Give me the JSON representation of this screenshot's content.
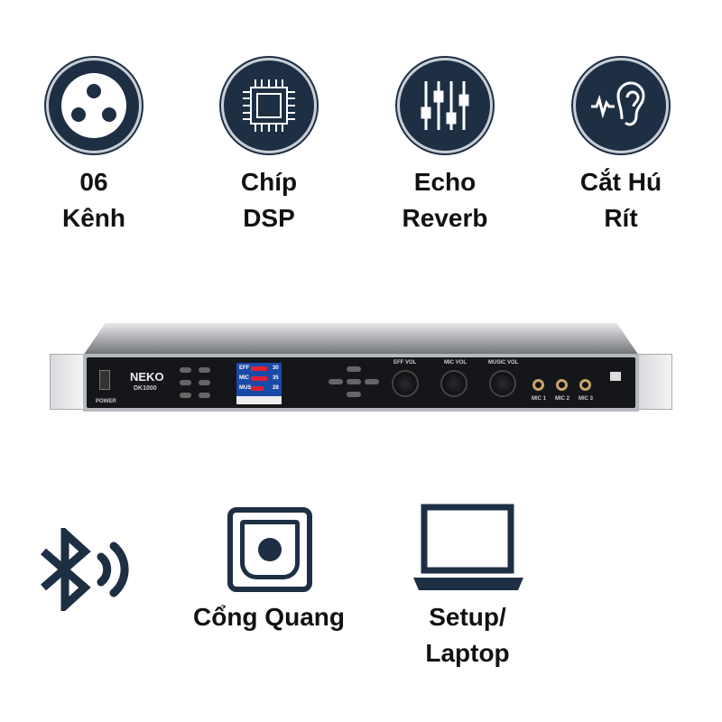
{
  "features": [
    {
      "icon": "xlr-connector-icon",
      "line1": "06",
      "line2": "Kênh"
    },
    {
      "icon": "dsp-chip-icon",
      "line1": "Chíp",
      "line2": "DSP"
    },
    {
      "icon": "equalizer-sliders-icon",
      "line1": "Echo",
      "line2": "Reverb"
    },
    {
      "icon": "ear-soundwave-icon",
      "line1": "Cắt Hú",
      "line2": "Rít"
    }
  ],
  "device": {
    "brand": "NEKO",
    "model": "DK1000",
    "power_label": "POWER",
    "display": [
      {
        "label": "EFF",
        "value": "30"
      },
      {
        "label": "MIC",
        "value": "35"
      },
      {
        "label": "MUS",
        "value": "28"
      }
    ],
    "knobs": [
      "EFF VOL",
      "MIC VOL",
      "MUSIC VOL"
    ],
    "jacks": [
      "MIC 1",
      "MIC 2",
      "MIC 3"
    ]
  },
  "bottom": {
    "bluetooth": {
      "icon": "bluetooth-icon"
    },
    "optical": {
      "icon": "optical-port-icon",
      "label": "Cổng Quang"
    },
    "laptop": {
      "icon": "laptop-icon",
      "line1": "Setup/",
      "line2": "Laptop"
    }
  },
  "colors": {
    "icon_bg": "#1e2f44",
    "text": "#111111"
  }
}
